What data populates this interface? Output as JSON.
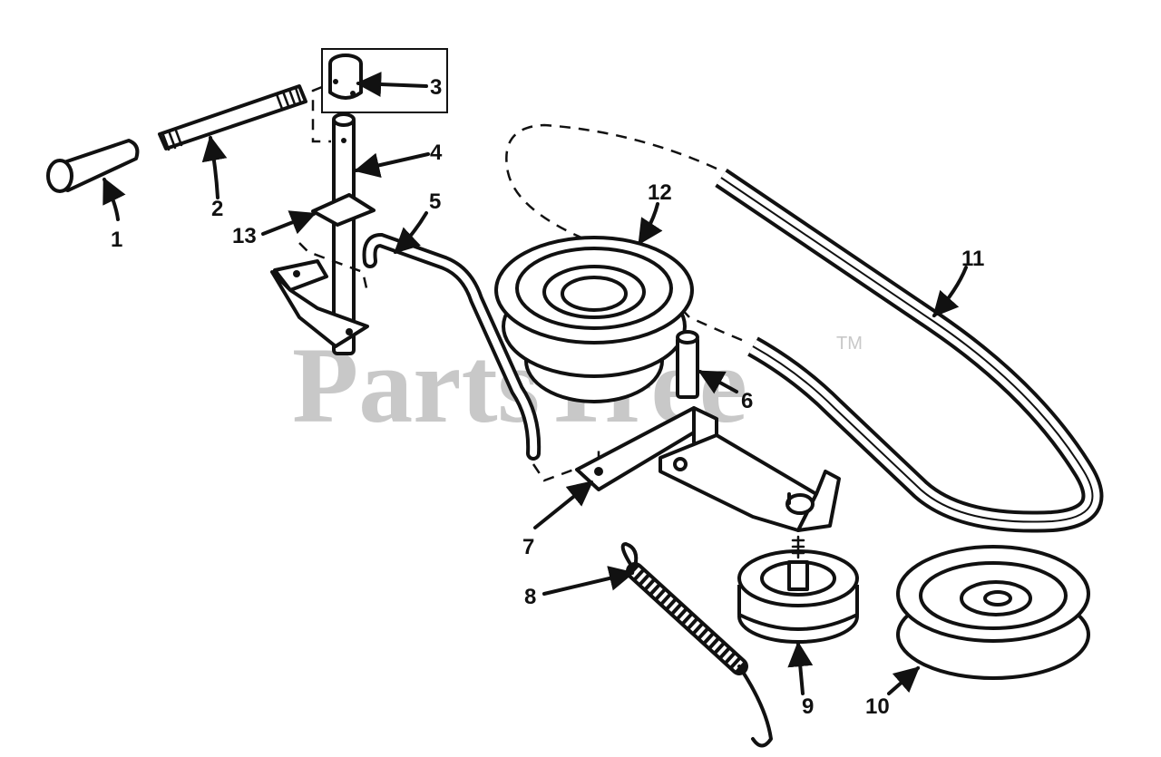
{
  "diagram": {
    "watermark": "PartsTree",
    "trademark": "TM",
    "callouts": {
      "c1": "1",
      "c2": "2",
      "c3": "3",
      "c4": "4",
      "c5": "5",
      "c6": "6",
      "c7": "7",
      "c8": "8",
      "c9": "9",
      "c10": "10",
      "c11": "11",
      "c12": "12",
      "c13": "13"
    }
  }
}
